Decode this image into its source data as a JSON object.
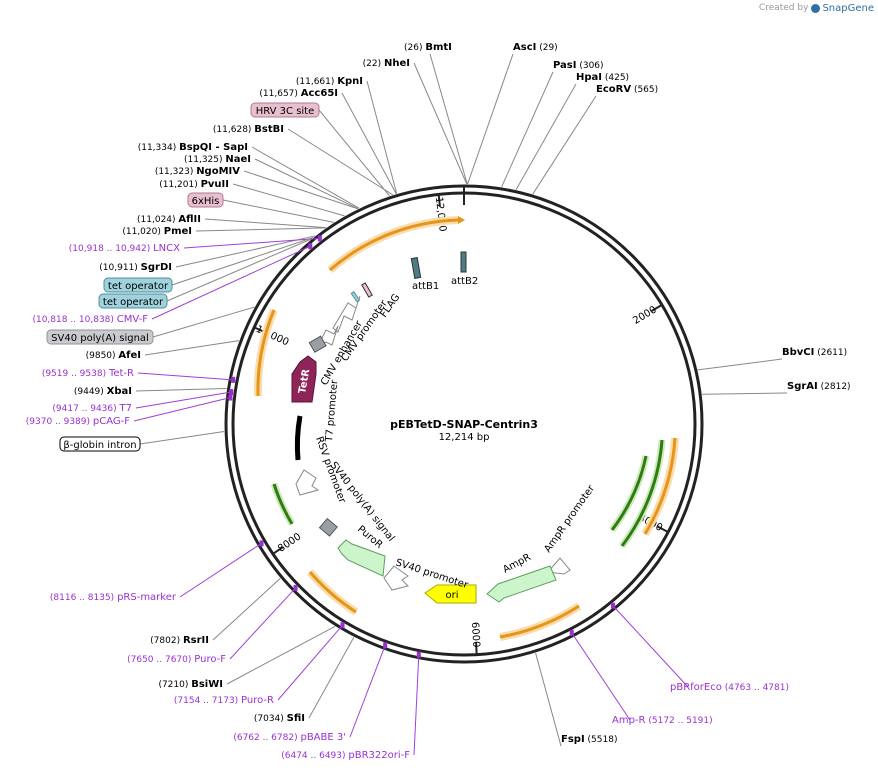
{
  "credit": {
    "prefix": "Created by",
    "brand": "SnapGene",
    "logo_icon": "snapgene-logo-icon"
  },
  "plasmid": {
    "name": "pEBTetD-SNAP-Centrin3",
    "length": 12214,
    "length_label": "12,214 bp"
  },
  "ticks": [
    {
      "bp": 2000,
      "label": "2000"
    },
    {
      "bp": 4000,
      "label": "4000"
    },
    {
      "bp": 6000,
      "label": "6000"
    },
    {
      "bp": 8000,
      "label": "8000"
    },
    {
      "bp": 10000,
      "label": "10,000"
    },
    {
      "bp": 12000,
      "label": "12,000"
    }
  ],
  "colors": {
    "backbone": "#222222",
    "site_line": "#808080",
    "primer": "#9b30d0",
    "orange": "#f5a623",
    "orange_halo": "#f8dcaa",
    "green": "#58b32e",
    "ori": "#ffff00",
    "ampr": "#ccf5cc",
    "puror": "#ccf5cc",
    "tetr": "#8e2457",
    "promoter": "#ffffff",
    "gray_feature": "#9a9fa5",
    "att": "#4d7d87"
  },
  "sites_right": [
    {
      "name": "BmtI",
      "num": "(26)",
      "bp": 26,
      "numFirst": true
    },
    {
      "name": "AscI",
      "num": "(29)",
      "bp": 29,
      "numFirst": false
    },
    {
      "name": "PasI",
      "num": "(306)",
      "bp": 306,
      "numFirst": false
    },
    {
      "name": "HpaI",
      "num": "(425)",
      "bp": 425,
      "numFirst": false
    },
    {
      "name": "EcoRV",
      "num": "(565)",
      "bp": 565,
      "numFirst": false
    },
    {
      "name": "BbvCI",
      "num": "(2611)",
      "bp": 2611,
      "numFirst": false
    },
    {
      "name": "SgrAI",
      "num": "(2812)",
      "bp": 2812,
      "numFirst": false
    },
    {
      "name": "FspI",
      "num": "(5518)",
      "bp": 5518,
      "numFirst": false
    }
  ],
  "sites_left": [
    {
      "name": "NheI",
      "num": "(22)",
      "bp": 22
    },
    {
      "name": "KpnI",
      "num": "(11,661)",
      "bp": 11661
    },
    {
      "name": "Acc65I",
      "num": "(11,657)",
      "bp": 11657
    },
    {
      "name": "BstBI",
      "num": "(11,628)",
      "bp": 11628
    },
    {
      "name": "BspQI",
      "num": "(11,334)",
      "bp": 11334,
      "extra": "- SapI"
    },
    {
      "name": "NaeI",
      "num": "(11,325)",
      "bp": 11325
    },
    {
      "name": "NgoMIV",
      "num": "(11,323)",
      "bp": 11323
    },
    {
      "name": "PvuII",
      "num": "(11,201)",
      "bp": 11201
    },
    {
      "name": "AflII",
      "num": "(11,024)",
      "bp": 11024
    },
    {
      "name": "PmeI",
      "num": "(11,020)",
      "bp": 11020
    },
    {
      "name": "SgrDI",
      "num": "(10,911)",
      "bp": 10911
    },
    {
      "name": "AfeI",
      "num": "(9850)",
      "bp": 9850
    },
    {
      "name": "XbaI",
      "num": "(9449)",
      "bp": 9449
    },
    {
      "name": "RsrII",
      "num": "(7802)",
      "bp": 7802
    },
    {
      "name": "BsiWI",
      "num": "(7210)",
      "bp": 7210
    },
    {
      "name": "SfiI",
      "num": "(7034)",
      "bp": 7034
    }
  ],
  "primers": [
    {
      "name": "LNCX",
      "range": "(10,918 .. 10,942)",
      "bp": 10930,
      "side": "left"
    },
    {
      "name": "CMV-F",
      "range": "(10,818 .. 10,838)",
      "bp": 10828,
      "side": "left"
    },
    {
      "name": "Tet-R",
      "range": "(9519 .. 9538)",
      "bp": 9528,
      "side": "left"
    },
    {
      "name": "T7",
      "range": "(9417 .. 9436)",
      "bp": 9426,
      "side": "left"
    },
    {
      "name": "pCAG-F",
      "range": "(9370 .. 9389)",
      "bp": 9380,
      "side": "left"
    },
    {
      "name": "pRS-marker",
      "range": "(8116 .. 8135)",
      "bp": 8125,
      "side": "left"
    },
    {
      "name": "Puro-F",
      "range": "(7650 .. 7670)",
      "bp": 7660,
      "side": "left"
    },
    {
      "name": "Puro-R",
      "range": "(7154 .. 7173)",
      "bp": 7163,
      "side": "left"
    },
    {
      "name": "pBABE 3'",
      "range": "(6762 .. 6782)",
      "bp": 6772,
      "side": "left"
    },
    {
      "name": "pBR322ori-F",
      "range": "(6474 .. 6493)",
      "bp": 6483,
      "side": "left"
    },
    {
      "name": "pBRforEco",
      "range": "(4763 .. 4781)",
      "bp": 4772,
      "side": "right"
    },
    {
      "name": "Amp-R",
      "range": "(5172 .. 5191)",
      "bp": 5181,
      "side": "right"
    }
  ],
  "boxed_features": [
    {
      "label": "HRV 3C site",
      "bp": 11600,
      "fill": "#e8bfcf",
      "stroke": "#b07a90"
    },
    {
      "label": "6xHis",
      "bp": 11100,
      "fill": "#e8bfcf",
      "stroke": "#b07a90"
    },
    {
      "label": "tet operator",
      "bp": 10890,
      "fill": "#9fd2dc",
      "stroke": "#4f8f9b"
    },
    {
      "label": "tet operator",
      "bp": 10870,
      "fill": "#9fd2dc",
      "stroke": "#4f8f9b"
    },
    {
      "label": "SV40 poly(A) signal",
      "bp": 10150,
      "fill": "#c8cacd",
      "stroke": "#8f9398"
    },
    {
      "label": "β-globin intron",
      "bp": 9100,
      "fill": "#ffffff",
      "stroke": "#000000"
    }
  ],
  "inner_labels": [
    {
      "text": "attB1"
    },
    {
      "text": "attB2"
    },
    {
      "text": "FLAG"
    },
    {
      "text": "CMV promoter"
    },
    {
      "text": "CMV enhancer"
    },
    {
      "text": "TetR"
    },
    {
      "text": "T7 promoter"
    },
    {
      "text": "RSV promoter"
    },
    {
      "text": "SV40 poly(A) signal"
    },
    {
      "text": "PuroR"
    },
    {
      "text": "SV40 promoter"
    },
    {
      "text": "ori"
    },
    {
      "text": "AmpR"
    },
    {
      "text": "AmpR promoter"
    }
  ]
}
